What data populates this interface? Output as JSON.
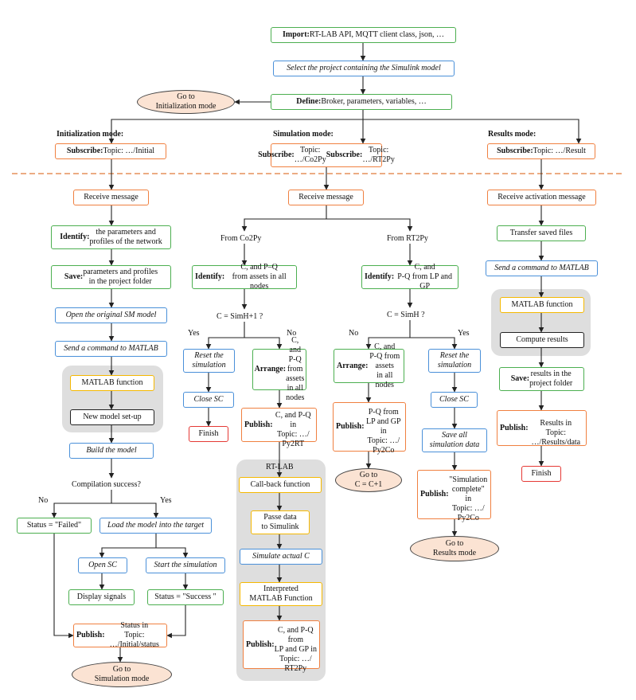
{
  "headers": {
    "init": "Initialization mode:",
    "sim": "Simulation mode:",
    "res": "Results mode:",
    "rtlab": "RT-LAB"
  },
  "edge_labels": {
    "from_co2py": "From Co2Py",
    "from_rt2py": "From RT2Py",
    "cond_c_simh1": "C = SimH+1 ?",
    "cond_c_simh": "C = SimH ?",
    "compilation": "Compilation success?",
    "yes_a": "Yes",
    "no_a": "No",
    "no_b": "No",
    "yes_b": "Yes",
    "no_c": "No",
    "yes_c": "Yes"
  },
  "nodes": {
    "import": "Import: RT-LAB API, MQTT client class, json, …",
    "select_project": "Select the project containing the Simulink model",
    "goto_init": "Go to\nInitialization mode",
    "define": "Define: Broker, parameters, variables, …",
    "sub_init": "Subscribe: Topic: …/Initial",
    "sub_sim": "Subscribe: Topic: …/Co2Py\nSubscribe: Topic: …/RT2Py",
    "sub_res": "Subscribe: Topic: …/Result",
    "recv_init": "Receive message",
    "recv_sim": "Receive message",
    "recv_res": "Receive activation message",
    "identify_params": "Identify: the parameters and\nprofiles of the network",
    "save_params": "Save: parameters and profiles\nin the project folder",
    "open_sm": "Open the original SM model",
    "send_cmd_init": "Send a command to MATLAB",
    "matlab_fn_init": "MATLAB function",
    "new_model": "New model set-up",
    "build_model": "Build the model",
    "status_failed": "Status = \"Failed\"",
    "load_model": "Load the model into the target",
    "open_sc": "Open SC",
    "start_sim": "Start the simulation",
    "display_signals": "Display signals",
    "status_success": "Status = \"Success \"",
    "publish_status": "Publish: Status in\nTopic: …/Initial/status",
    "goto_sim": "Go to\nSimulation mode",
    "identify_c_pq": "Identify: C, and P–Q\nfrom assets in all nodes",
    "reset_sim_1": "Reset the\nsimulation",
    "close_sc_1": "Close SC",
    "finish_1": "Finish",
    "arrange_1": "Arrange: C,\nand P-Q\nfrom assets\nin all nodes",
    "publish_py2rt": "Publish:\nC, and P-Q in\nTopic: …/ Py2RT",
    "callback": "Call-back  function",
    "passe_data": "Passe data\nto Simulink",
    "simulate_c": "Simulate actual C",
    "interp_matlab": "Interpreted\nMATLAB Function",
    "publish_rt2py": "Publish:\nC, and P-Q from\nLP and GP in\nTopic: …/ RT2Py",
    "identify_c_lpgp": "Identify: C, and\nP-Q from LP and GP",
    "arrange_2": "Arrange: C, and\nP-Q from assets\nin all nodes",
    "publish_py2co_1": "Publish:\nP-Q from\nLP and GP in\nTopic: …/ Py2Co",
    "goto_c1": "Go to\nC = C+1",
    "reset_sim_2": "Reset the\nsimulation",
    "close_sc_2": "Close SC",
    "save_all": "Save all\nsimulation data",
    "publish_complete": "Publish:\n\"Simulation\ncomplete\" in\nTopic: …/ Py2Co",
    "goto_results": "Go to\nResults mode",
    "transfer_files": "Transfer saved files",
    "send_cmd_res": "Send a command to MATLAB",
    "matlab_fn_res": "MATLAB function",
    "compute_results": "Compute results",
    "save_results": "Save: results in the\nproject folder",
    "publish_results": "Publish:\nResults in\nTopic: …/Results/data",
    "finish_2": "Finish"
  },
  "colors": {
    "green": "#4caf50",
    "orange": "#f08040",
    "blue": "#4a90d9",
    "yellow": "#f5b800",
    "red": "#e53935",
    "black": "#222222",
    "ellipse_fill": "#fbe3d3",
    "panel_fill": "#dedede",
    "separator": "#e07b39"
  }
}
